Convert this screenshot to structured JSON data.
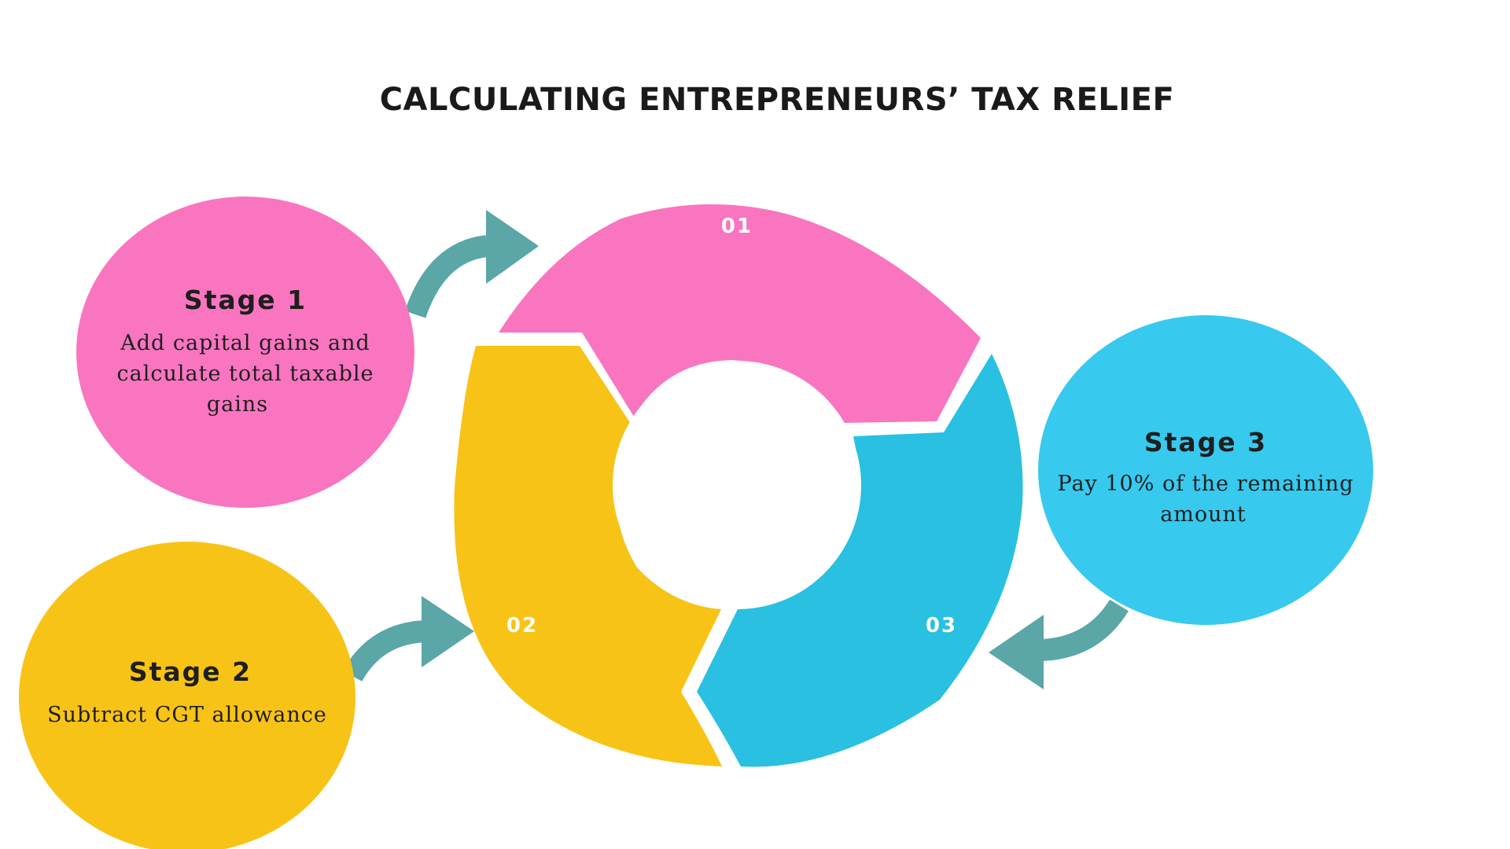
{
  "title": "CALCULATING ENTREPRENEURS’ TAX RELIEF",
  "colors": {
    "pink": "#F975C0",
    "yellow": "#F7C317",
    "blue_ring": "#29C0E1",
    "blue_circle": "#38C9EE",
    "arrow": "#5BA6A6",
    "text": "#1E1E1E",
    "background": "#FFFFFF"
  },
  "segments": [
    {
      "number": "01",
      "color_key": "pink"
    },
    {
      "number": "02",
      "color_key": "yellow"
    },
    {
      "number": "03",
      "color_key": "blue_ring"
    }
  ],
  "stages": {
    "stage1": {
      "title": "Stage 1",
      "lines": [
        "Add capital gains and",
        "calculate total taxable",
        "gains"
      ]
    },
    "stage2": {
      "title": "Stage 2",
      "lines": [
        "Subtract CGT allowance"
      ]
    },
    "stage3": {
      "title": "Stage 3",
      "lines": [
        "Pay 10% of the remaining",
        "amount"
      ]
    }
  }
}
